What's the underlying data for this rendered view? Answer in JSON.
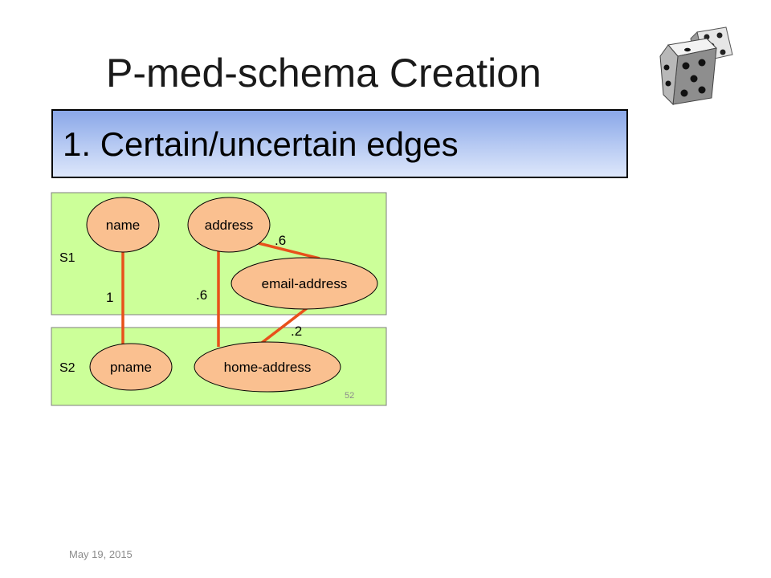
{
  "title": "P-med-schema Creation",
  "banner": {
    "text": "1. Certain/uncertain edges"
  },
  "diagram": {
    "schemas": [
      {
        "label": "S1"
      },
      {
        "label": "S2"
      }
    ],
    "nodes": {
      "name": "name",
      "address": "address",
      "email_address": "email-address",
      "pname": "pname",
      "home_address": "home-address"
    },
    "edges": [
      {
        "from": "name",
        "to": "pname",
        "weight": "1"
      },
      {
        "from": "address",
        "to": "home-address",
        "weight": ".6"
      },
      {
        "from": "address",
        "to": "email-address",
        "weight": ".6"
      },
      {
        "from": "email-address",
        "to": "home-address",
        "weight": ".2"
      }
    ],
    "page_number": "52"
  },
  "footer": {
    "date": "May 19, 2015"
  },
  "colors": {
    "schema_fill": "#ccff99",
    "node_fill": "#fac090",
    "edge": "#e8501b",
    "banner_top": "#8aa7e8",
    "banner_bottom": "#dde7fb"
  },
  "icons": [
    "dice-icon"
  ]
}
